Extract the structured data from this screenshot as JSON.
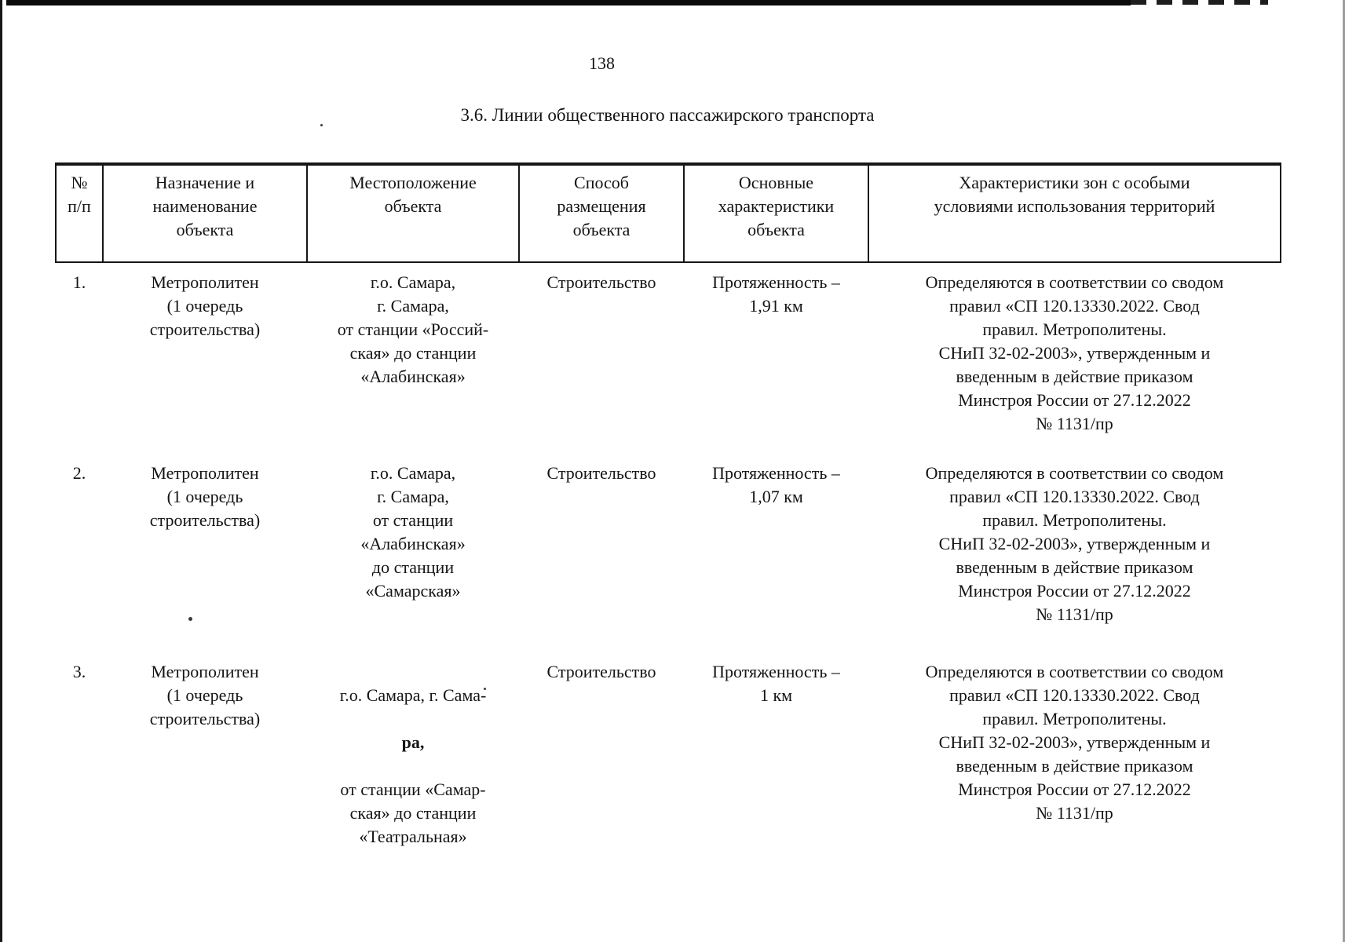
{
  "page": {
    "number": "138",
    "section_title": "3.6. Линии общественного пассажирского транспорта"
  },
  "table": {
    "headers": {
      "num": [
        "№",
        "п/п"
      ],
      "name": [
        "Назначение и",
        "наименование",
        "объекта"
      ],
      "location": [
        "Местоположение",
        "объекта"
      ],
      "placement": [
        "Способ",
        "размещения",
        "объекта"
      ],
      "characteristics": [
        "Основные",
        "характеристики",
        "объекта"
      ],
      "zones": [
        "Характеристики зон с особыми",
        "условиями использования территорий"
      ]
    },
    "rows": [
      {
        "num": "1.",
        "name": [
          "Метрополитен",
          "(1 очередь",
          "строительства)"
        ],
        "location": [
          "г.о. Самара,",
          "г. Самара,",
          "от станции «Россий-",
          "ская» до станции",
          "«Алабинская»"
        ],
        "placement": "Строительство",
        "characteristics": [
          "Протяженность –",
          "1,91 км"
        ],
        "zones": [
          "Определяются в соответствии со сводом",
          "правил «СП 120.13330.2022. Свод",
          "правил. Метрополитены.",
          "СНиП 32-02-2003», утвержденным и",
          "введенным в действие приказом",
          "Минстроя России от 27.12.2022",
          "№ 1131/пр"
        ]
      },
      {
        "num": "2.",
        "name": [
          "Метрополитен",
          "(1 очередь",
          "строительства)"
        ],
        "location": [
          "г.о. Самара,",
          "г. Самара,",
          "от станции",
          "«Алабинская»",
          "до станции",
          "«Самарская»"
        ],
        "placement": "Строительство",
        "characteristics": [
          "Протяженность –",
          "1,07 км"
        ],
        "zones": [
          "Определяются в соответствии со сводом",
          "правил «СП 120.13330.2022. Свод",
          "правил. Метрополитены.",
          "СНиП 32-02-2003», утвержденным и",
          "введенным в действие приказом",
          "Минстроя России от 27.12.2022",
          "№ 1131/пр"
        ]
      },
      {
        "num": "3.",
        "name": [
          "Метрополитен",
          "(1 очередь",
          "строительства)"
        ],
        "location_part1": "г.о. Самара, г. Сама-",
        "location_part2_bold": "ра,",
        "location_part3": [
          "от станции «Самар-",
          "ская» до станции",
          "«Театральная»"
        ],
        "placement": "Строительство",
        "characteristics": [
          "Протяженность –",
          "1 км"
        ],
        "zones": [
          "Определяются в соответствии со сводом",
          "правил «СП 120.13330.2022. Свод",
          "правил. Метрополитены.",
          "СНиП 32-02-2003», утвержденным и",
          "введенным в действие приказом",
          "Минстроя России от 27.12.2022",
          "№ 1131/пр"
        ]
      }
    ]
  }
}
